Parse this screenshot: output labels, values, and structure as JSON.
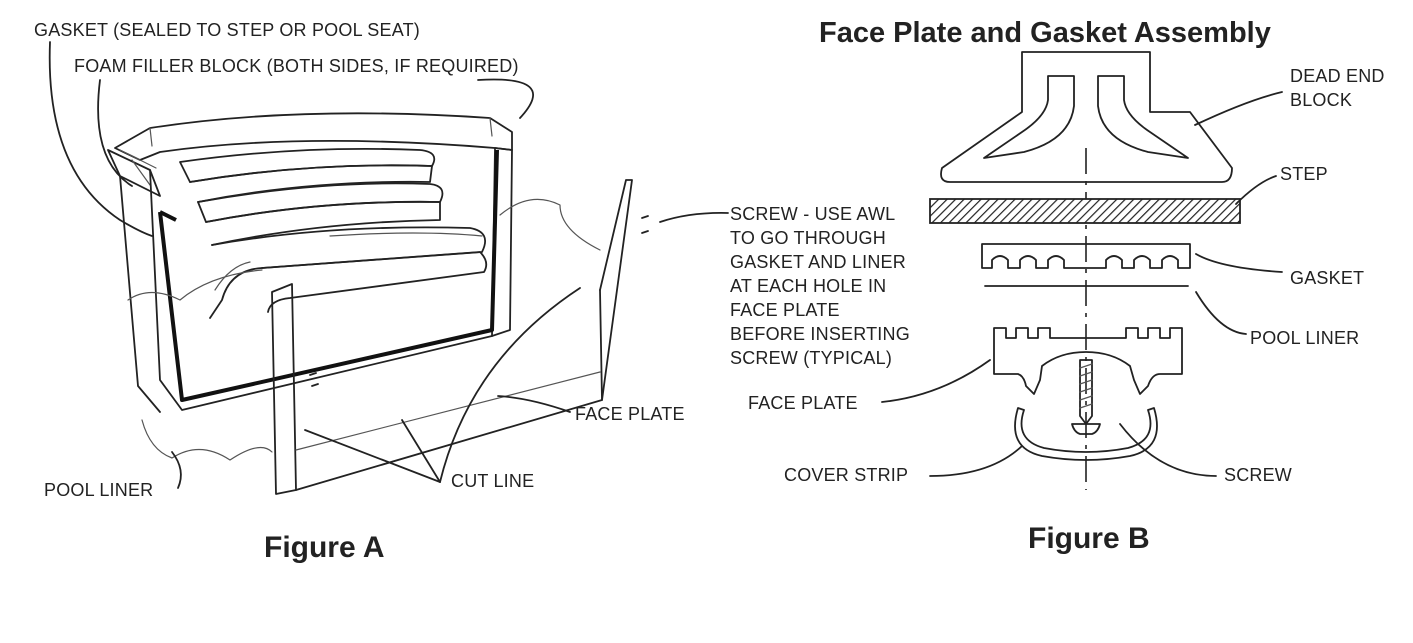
{
  "figure_a": {
    "caption": "Figure A",
    "labels": {
      "gasket": "GASKET (SEALED TO STEP OR POOL SEAT)",
      "foam": "FOAM FILLER BLOCK (BOTH SIDES, IF REQUIRED)",
      "face_plate": "FACE PLATE",
      "pool_liner": "POOL LINER",
      "cut_line": "CUT LINE"
    }
  },
  "figure_b": {
    "title": "Face Plate and Gasket Assembly",
    "caption": "Figure B",
    "labels": {
      "dead_end_block_line1": "DEAD END",
      "dead_end_block_line2": "BLOCK",
      "step": "STEP",
      "gasket": "GASKET",
      "pool_liner": "POOL LINER",
      "face_plate": "FACE PLATE",
      "cover_strip": "COVER STRIP",
      "screw": "SCREW",
      "screw_note": [
        "SCREW - USE AWL",
        "TO GO THROUGH",
        "GASKET AND LINER",
        "AT EACH HOLE IN",
        "FACE PLATE",
        "BEFORE INSERTING",
        "SCREW (TYPICAL)"
      ]
    }
  }
}
